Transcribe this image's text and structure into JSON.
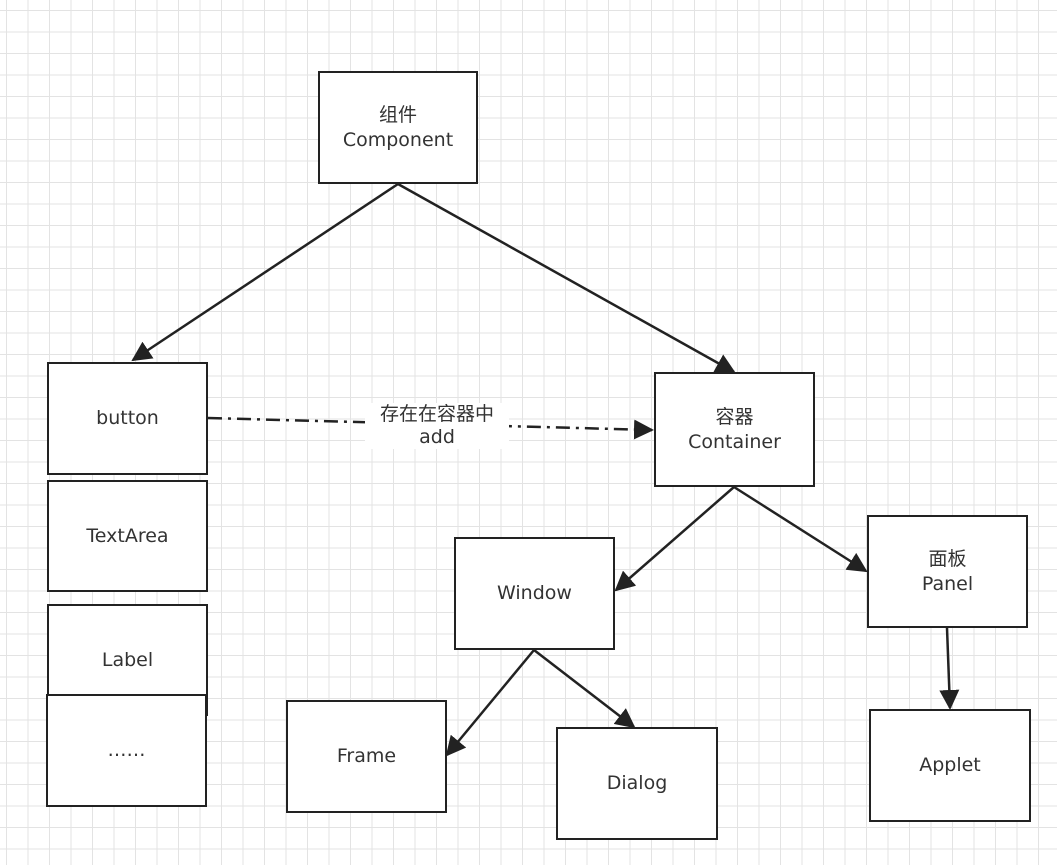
{
  "diagram": {
    "nodes": {
      "component": {
        "line1": "组件",
        "line2": "Component"
      },
      "button": {
        "label": "button"
      },
      "textarea": {
        "label": "TextArea"
      },
      "label": {
        "label": "Label"
      },
      "more": {
        "label": "……"
      },
      "container": {
        "line1": "容器",
        "line2": "Container"
      },
      "window": {
        "label": "Window"
      },
      "panel": {
        "line1": "面板",
        "line2": "Panel"
      },
      "frame": {
        "label": "Frame"
      },
      "dialog": {
        "label": "Dialog"
      },
      "applet": {
        "label": "Applet"
      }
    },
    "edge_label": {
      "line1": "存在在容器中",
      "line2": "add"
    }
  }
}
